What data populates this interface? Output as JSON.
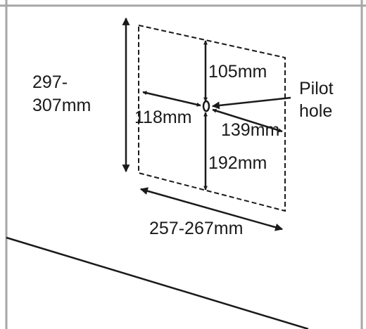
{
  "labels": {
    "height": [
      "297-",
      "307mm"
    ],
    "top_distance": "105mm",
    "left_distance": "118mm",
    "right_distance": "139mm",
    "bottom_distance": "192mm",
    "width": "257-267mm",
    "pilot_hole": [
      "Pilot",
      "hole"
    ]
  },
  "colors": {
    "frame": "#a6a6a6",
    "ink": "#1a1a1a"
  }
}
